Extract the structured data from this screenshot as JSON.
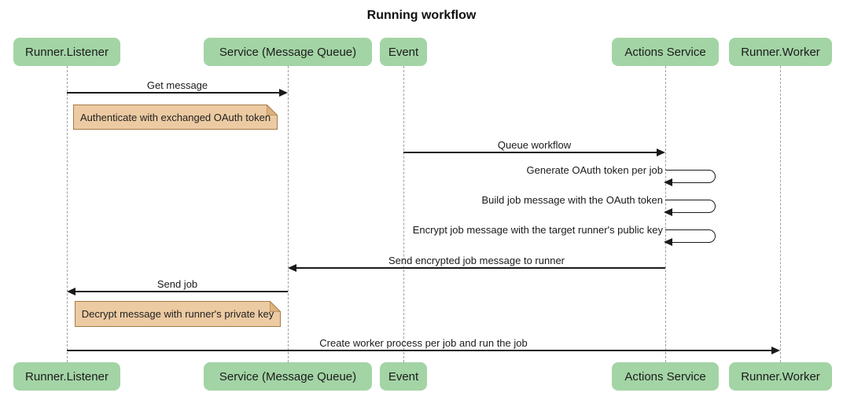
{
  "diagram": {
    "type": "sequence-diagram",
    "title": "Running workflow",
    "participants": [
      "Runner.Listener",
      "Service (Message Queue)",
      "Event",
      "Actions Service",
      "Runner.Worker"
    ],
    "messages": [
      {
        "kind": "arrow",
        "from": "Runner.Listener",
        "to": "Service (Message Queue)",
        "label": "Get message"
      },
      {
        "kind": "note",
        "over": "Runner.Listener",
        "label": "Authenticate with exchanged OAuth token"
      },
      {
        "kind": "arrow",
        "from": "Event",
        "to": "Actions Service",
        "label": "Queue workflow"
      },
      {
        "kind": "self",
        "from": "Actions Service",
        "to": "Actions Service",
        "label": "Generate OAuth token per job"
      },
      {
        "kind": "self",
        "from": "Actions Service",
        "to": "Actions Service",
        "label": "Build job message with the OAuth token"
      },
      {
        "kind": "self",
        "from": "Actions Service",
        "to": "Actions Service",
        "label": "Encrypt job message with the target runner's public key"
      },
      {
        "kind": "arrow",
        "from": "Actions Service",
        "to": "Service (Message Queue)",
        "label": "Send encrypted job message to runner"
      },
      {
        "kind": "arrow",
        "from": "Service (Message Queue)",
        "to": "Runner.Listener",
        "label": "Send job"
      },
      {
        "kind": "note",
        "over": "Runner.Listener",
        "label": "Decrypt message with runner's private key"
      },
      {
        "kind": "arrow",
        "from": "Runner.Listener",
        "to": "Runner.Worker",
        "label": "Create worker process per job and run the job"
      }
    ],
    "colors": {
      "actor_fill": "#a3d4a5",
      "note_fill": "#eccaa2",
      "note_border": "#a57b48",
      "line": "#1a1a1a",
      "lifeline": "#9e9e9e",
      "background": "#ffffff"
    }
  }
}
